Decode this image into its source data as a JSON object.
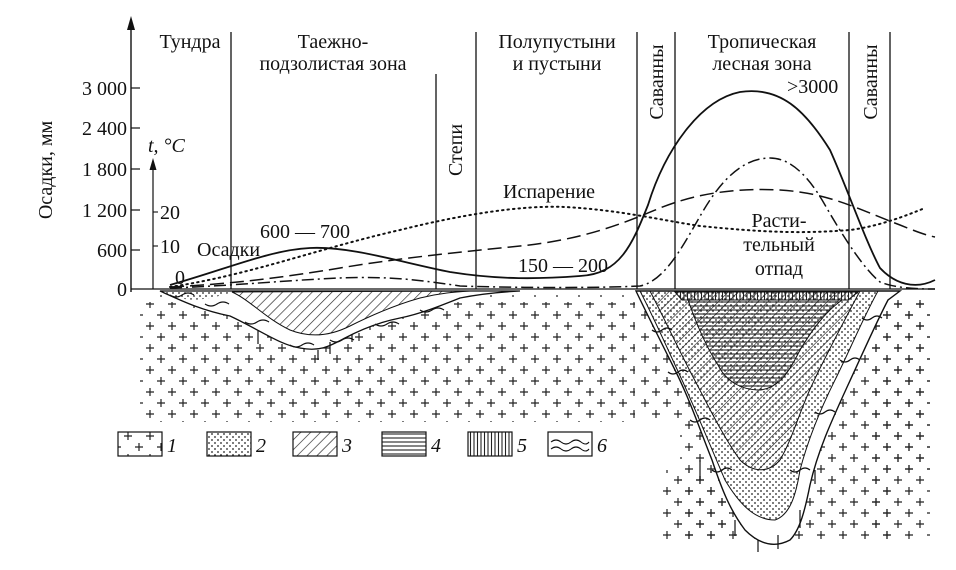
{
  "y_axis": {
    "label": "Осадки, мм",
    "ticks": [
      "3 000",
      "2 400",
      "1 800",
      "1 200",
      "600",
      "0"
    ]
  },
  "t_axis": {
    "label": "t, °C",
    "ticks": [
      "20",
      "10",
      "0"
    ]
  },
  "zones": [
    {
      "label": "Тундра"
    },
    {
      "label": "Таежно-",
      "label2": "подзолистая зона"
    },
    {
      "label": "Степи"
    },
    {
      "label": "Полупустыни",
      "label2": "и пустыни"
    },
    {
      "label": "Саванны"
    },
    {
      "label": "Тропическая",
      "label2": "лесная зона"
    },
    {
      "label": "Саванны"
    }
  ],
  "annotations": {
    "osadki": "Осадки",
    "range_taiga": "600 — 700",
    "range_desert": "150 — 200",
    "max_tropic": ">3000",
    "isparenie": "Испарение",
    "otpad1": "Расти-",
    "otpad2": "тельный",
    "otpad3": "отпад"
  },
  "legend": [
    {
      "num": "1",
      "pattern": "crosses"
    },
    {
      "num": "2",
      "pattern": "dots"
    },
    {
      "num": "3",
      "pattern": "diagonal-hatch"
    },
    {
      "num": "4",
      "pattern": "horizontal-hatch"
    },
    {
      "num": "5",
      "pattern": "vertical-hatch"
    },
    {
      "num": "6",
      "pattern": "wavy-lines"
    }
  ]
}
